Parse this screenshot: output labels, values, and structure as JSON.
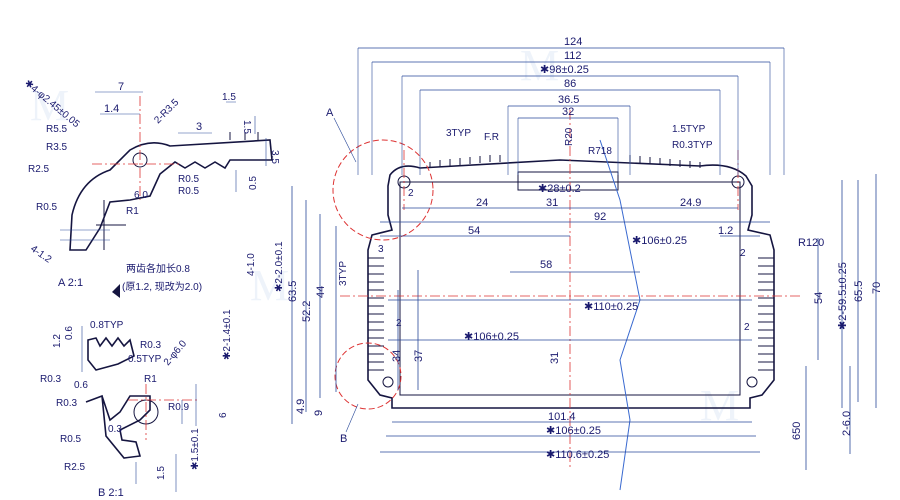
{
  "top_dims": {
    "overall_width": "124",
    "width_112": "112",
    "width_98": "✱98±0.25",
    "width_86": "86",
    "width_36_5": "36.5",
    "width_32": "32",
    "r20": "R20",
    "typ_3": "3TYP",
    "f_r": "F.R",
    "r718": "R718",
    "typ_1_5": "1.5TYP",
    "r0_3typ": "R0.3TYP",
    "slot_28": "✱28±0.2",
    "d24": "24",
    "d31": "31",
    "d24_9": "24.9",
    "d92": "92",
    "d54": "54",
    "d1_2": "1.2",
    "d106a": "✱106±0.25",
    "d58": "58",
    "d110": "✱110±0.25",
    "d106b": "✱106±0.25",
    "d31v": "31",
    "d101_4": "101.4",
    "d106c": "✱106±0.25",
    "d110_6": "✱110.6±0.25"
  },
  "side_dims": {
    "r120": "R120",
    "d54r": "54",
    "d2_59": "✱2-59.5±0.25",
    "d65_5": "65.5",
    "d70": "70",
    "d650": "650",
    "d2_6": "2-6.0",
    "d63_5": "63.5",
    "d52_2": "52.2",
    "d44": "44",
    "d37": "37",
    "d34": "34",
    "d4_9": "4.9",
    "d9": "9",
    "d3typ": "3TYP",
    "d3": "3",
    "d2a": "2",
    "d2b": "2",
    "d2c": "2",
    "d2d": "2"
  },
  "detail_a": {
    "label": "A  2:1",
    "title_marker": "A",
    "r2_45": "✱4-φ2.45±0.05",
    "d7": "7",
    "d1_4": "1.4",
    "r2_3_5": "2-R3.5",
    "d1_5a": "1.5",
    "d3": "3",
    "d1_5b": "1.5",
    "d3_5": "3.5",
    "r5_5": "R5.5",
    "r3_5": "R3.5",
    "r2_5": "R2.5",
    "r0_5a": "R0.5",
    "r0_5b": "R0.5",
    "d6": "6.0",
    "d0_5": "0.5",
    "r1": "R1",
    "r0_5c": "R0.5",
    "d4_1_2": "4-1.2",
    "d4_1": "4-1.0",
    "d2_2": "✱2-2.0±0.1",
    "note1": "两齿各加长0.8",
    "note2": "(原1.2, 现改为2.0)"
  },
  "detail_b": {
    "label": "B  2:1",
    "title_marker": "B",
    "typ_0_8": "0.8TYP",
    "r0_3a": "R0.3",
    "d1_2": "1.2",
    "d0_6a": "0.6",
    "typ_0_5": "0.5TYP",
    "d0_6b": "0.6",
    "r0_3b": "R0.3",
    "r0_3c": "R0.3",
    "r1": "R1",
    "r2_6": "2-φ6.0",
    "d2_14": "✱2-1.4±0.1",
    "r0_9": "R0.9",
    "d6": "6",
    "r0_5": "R0.5",
    "d0_3": "0.3",
    "r2_5": "R2.5",
    "d1_5": "1.5",
    "d1_5_0_1": "✱1.5±0.1"
  }
}
